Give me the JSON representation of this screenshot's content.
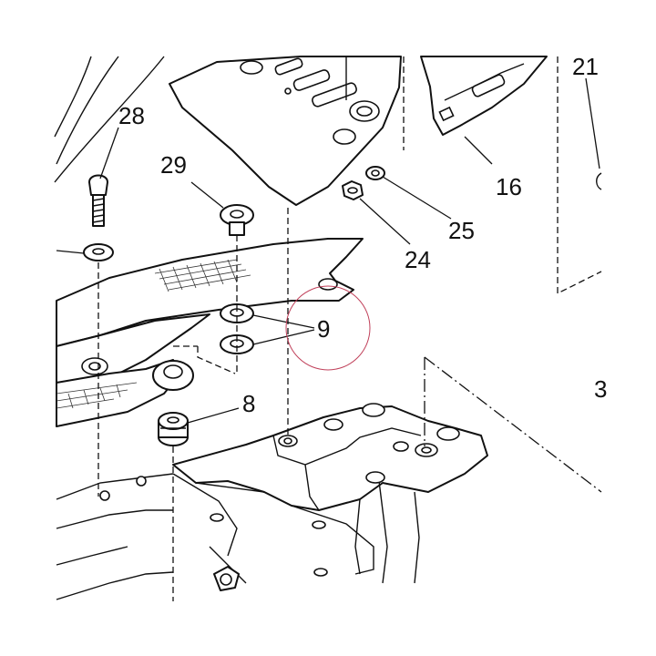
{
  "callouts": {
    "c28": "28",
    "c29": "29",
    "c21": "21",
    "c16": "16",
    "c25": "25",
    "c24": "24",
    "c9": "9",
    "c8": "8",
    "c3": "3"
  },
  "colors": {
    "line": "#111111",
    "highlight_circle": "#c0405a",
    "background": "#ffffff"
  }
}
